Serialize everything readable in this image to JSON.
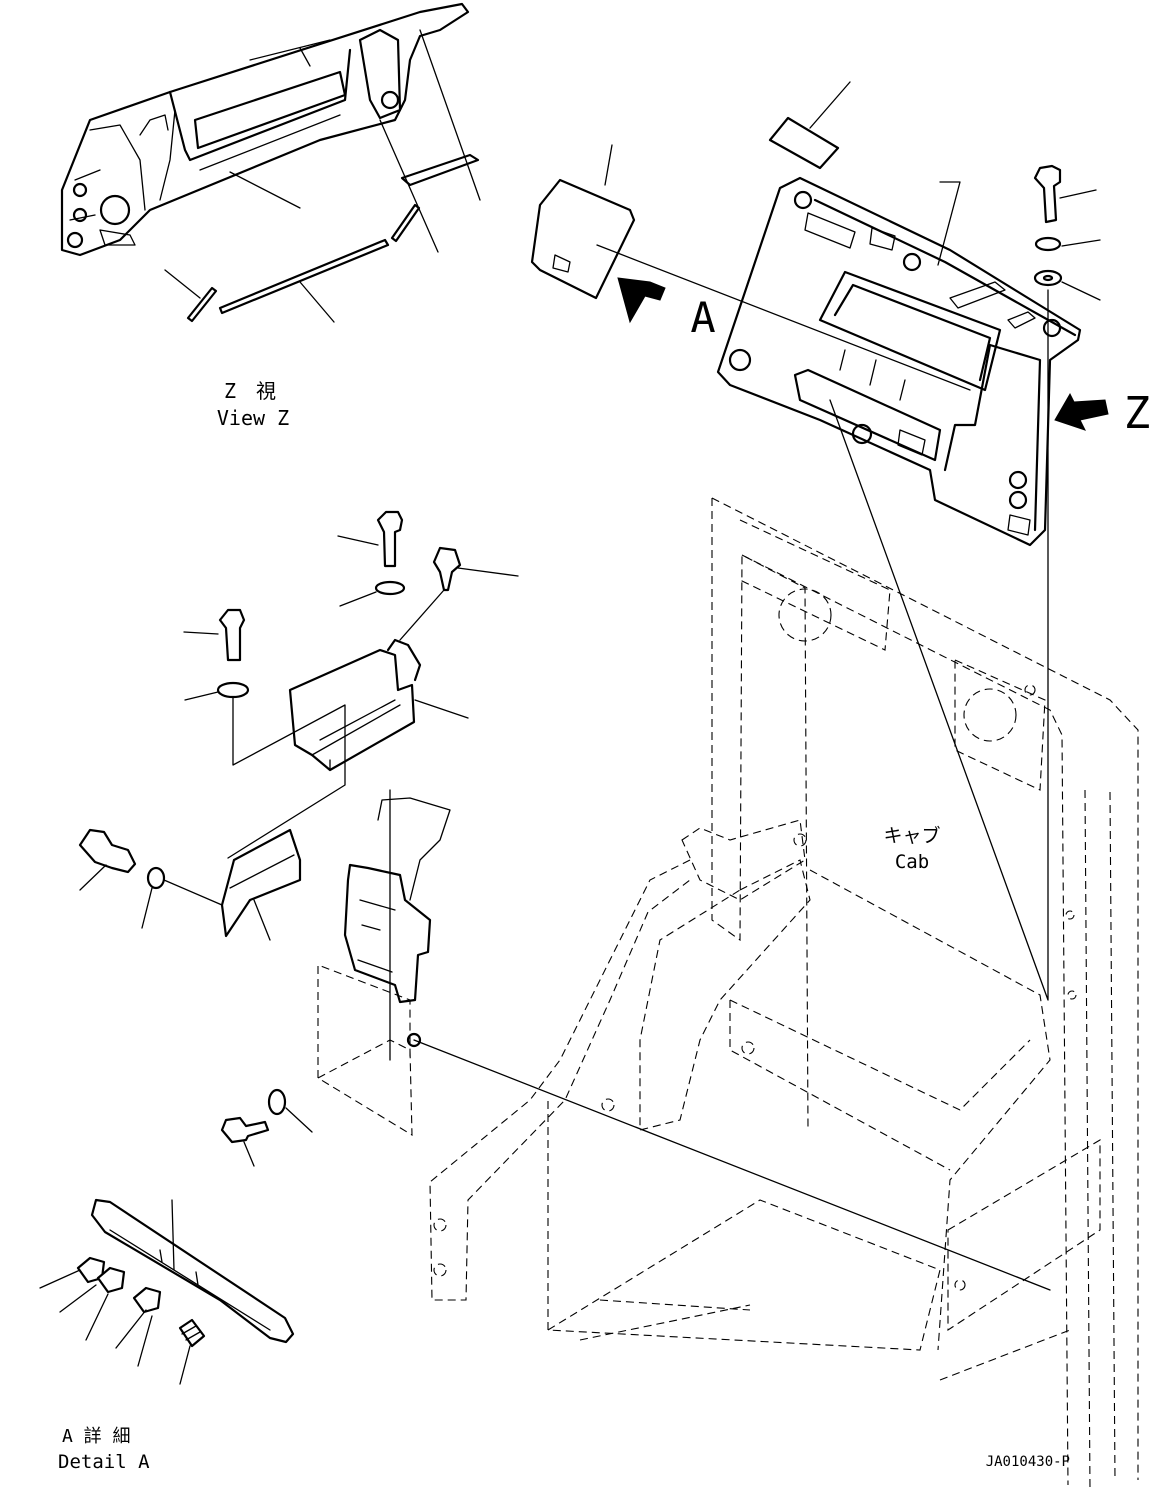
{
  "labels": {
    "view_z_jp": "Z　視",
    "view_z_en": "View  Z",
    "arrow_a": "A",
    "arrow_z": "Z",
    "cab_jp": "キャブ",
    "cab_en": "Cab",
    "detail_a_jp": "A 詳 細",
    "detail_a_en": "Detail  A",
    "drawing_number": "JA010430-P"
  }
}
